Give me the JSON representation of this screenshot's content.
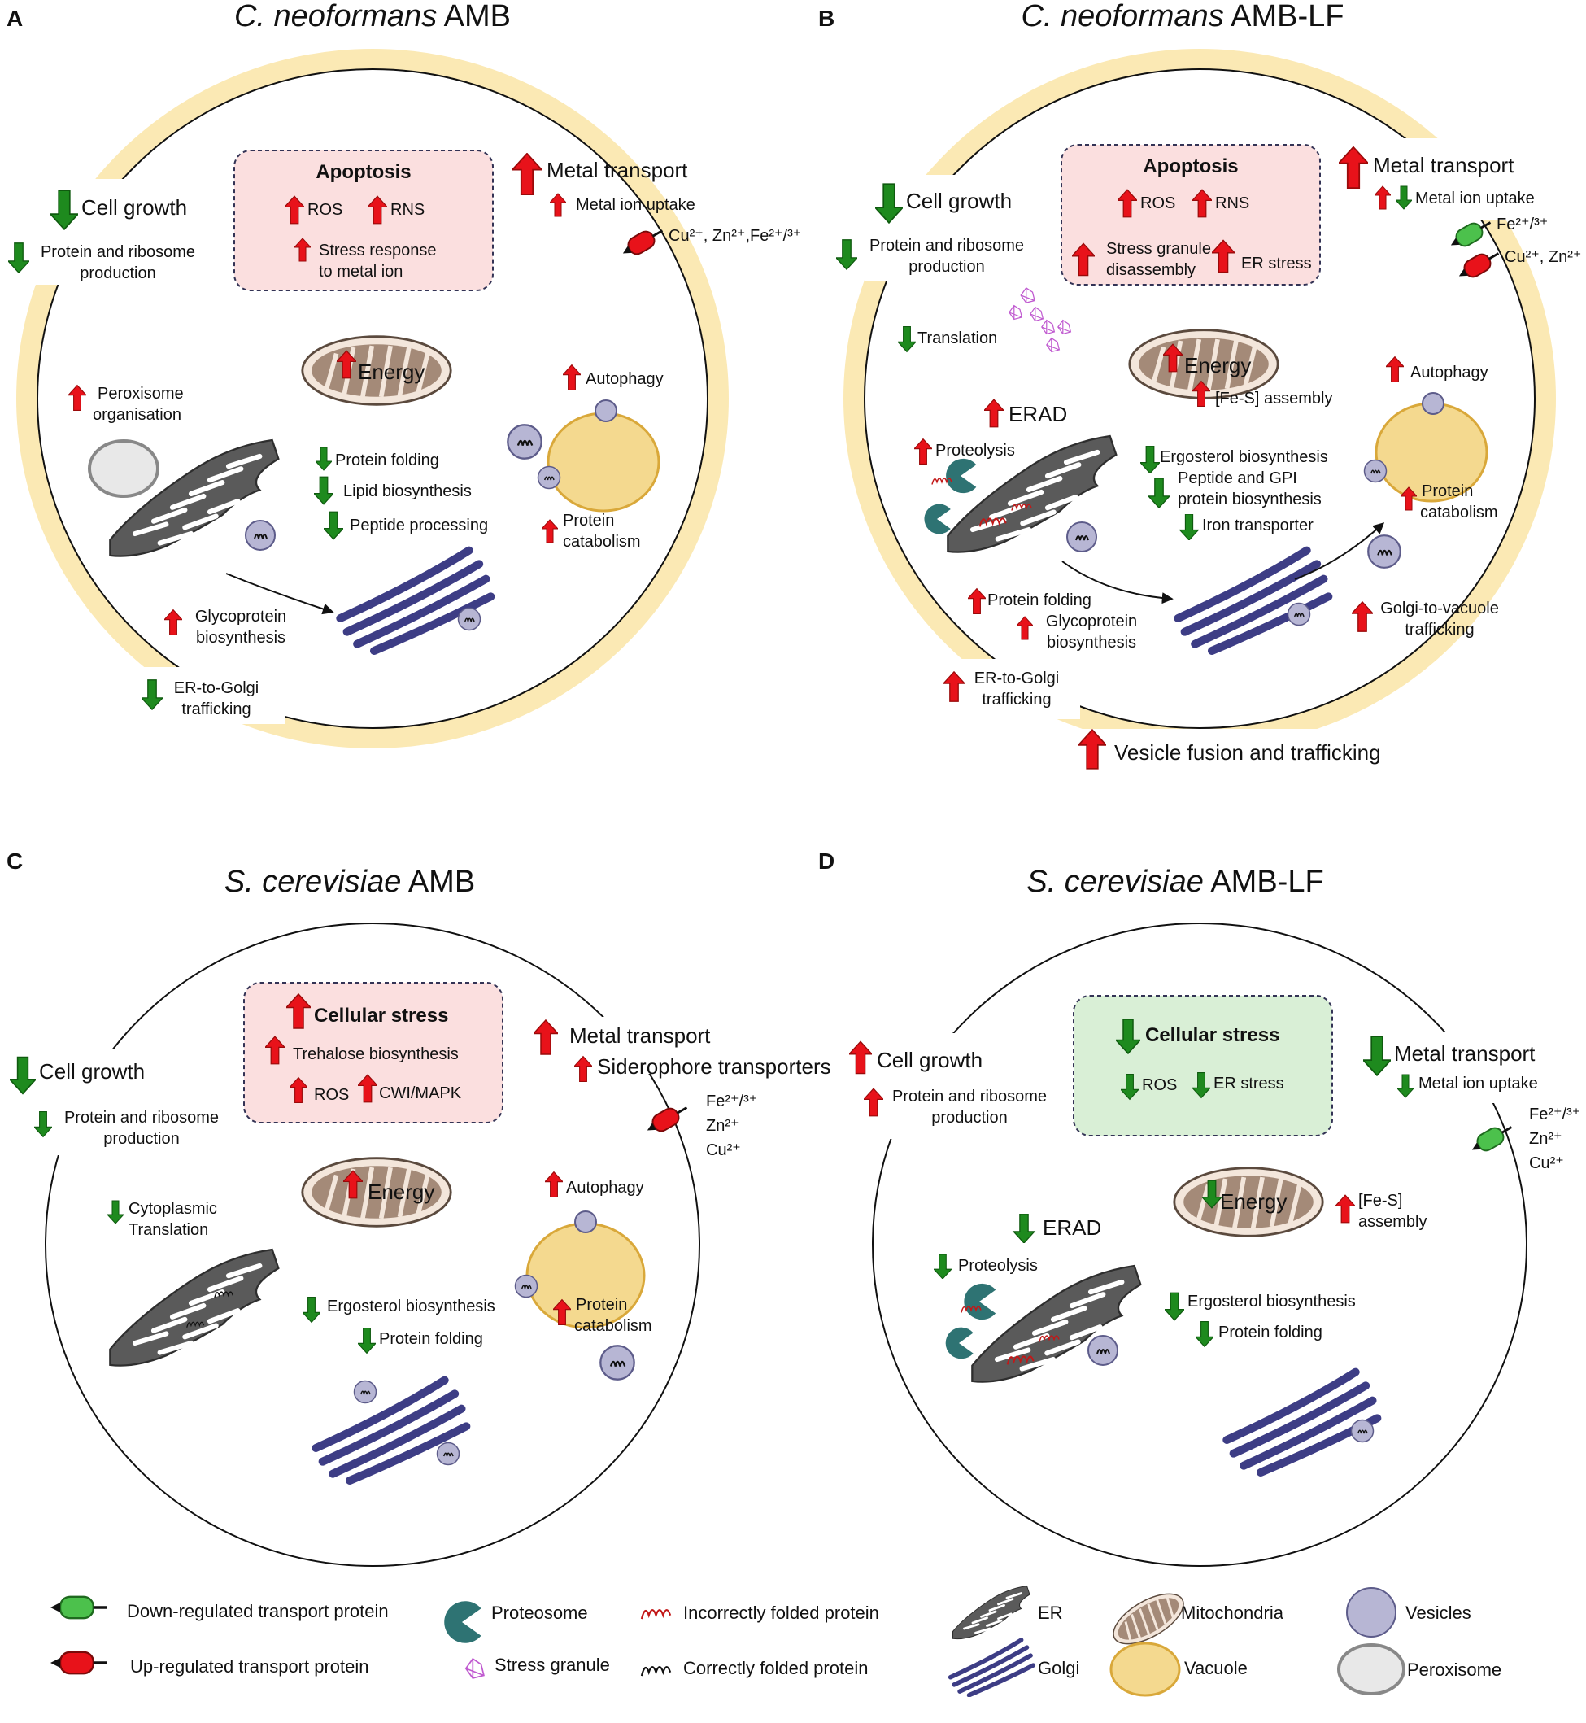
{
  "colors": {
    "up": "#e8121a",
    "down": "#1e8a1e",
    "cell_wall": "#fbe9b4",
    "apoptosis_box": "#fbdfdf",
    "stress_box_down": "#d9efd6",
    "er": "#5a5a5a",
    "golgi": "#3d3d85",
    "vesicle": "#b7b6d4",
    "vacuole": "#f4d98f",
    "mitochondria": "#a48a78"
  },
  "panels": {
    "A": {
      "letter": "A",
      "title_italic": "C. neoformans",
      "title_rest": " AMB",
      "cell_growth": "Cell growth",
      "protein_ribosome_1": "Protein and ribosome",
      "protein_ribosome_2": "production",
      "box_title": "Apoptosis",
      "ros": "ROS",
      "rns": "RNS",
      "stress_response_1": "Stress response",
      "stress_response_2": "to metal ion",
      "metal_transport": "Metal transport",
      "metal_ion_uptake": "Metal ion uptake",
      "ions": "Cu²⁺, Zn²⁺,Fe²⁺/³⁺",
      "energy": "Energy",
      "peroxisome_1": "Peroxisome",
      "peroxisome_2": "organisation",
      "autophagy": "Autophagy",
      "protein_folding": "Protein folding",
      "lipid_biosynthesis": "Lipid biosynthesis",
      "peptide_processing": "Peptide processing",
      "protein_catabolism_1": "Protein",
      "protein_catabolism_2": "catabolism",
      "glycoprotein_1": "Glycoprotein",
      "glycoprotein_2": "biosynthesis",
      "er_golgi_1": "ER-to-Golgi",
      "er_golgi_2": "trafficking"
    },
    "B": {
      "letter": "B",
      "title_italic": "C. neoformans",
      "title_rest": " AMB-LF",
      "cell_growth": "Cell growth",
      "protein_ribosome_1": "Protein and ribosome",
      "protein_ribosome_2": "production",
      "box_title": "Apoptosis",
      "ros": "ROS",
      "rns": "RNS",
      "stress_granule_1": "Stress granule",
      "stress_granule_2": "disassembly",
      "er_stress": "ER stress",
      "metal_transport": "Metal transport",
      "metal_ion_uptake": "Metal ion uptake",
      "ion_fe": "Fe²⁺/³⁺",
      "ion_cu_zn": "Cu²⁺, Zn²⁺",
      "translation": "Translation",
      "energy": "Energy",
      "fes": "[Fe-S] assembly",
      "autophagy": "Autophagy",
      "erad": "ERAD",
      "proteolysis": "Proteolysis",
      "ergosterol": "Ergosterol biosynthesis",
      "peptide_gpi_1": "Peptide and GPI",
      "peptide_gpi_2": "protein biosynthesis",
      "iron_transporter": "Iron transporter",
      "protein_catabolism_1": "Protein",
      "protein_catabolism_2": "catabolism",
      "protein_folding": "Protein folding",
      "glycoprotein_1": "Glycoprotein",
      "glycoprotein_2": "biosynthesis",
      "golgi_vacuole_1": "Golgi-to-vacuole",
      "golgi_vacuole_2": "trafficking",
      "er_golgi_1": "ER-to-Golgi",
      "er_golgi_2": "trafficking",
      "vesicle_fusion": "Vesicle fusion and trafficking"
    },
    "C": {
      "letter": "C",
      "title_italic": "S. cerevisiae",
      "title_rest": " AMB",
      "box_title": "Cellular stress",
      "trehalose": "Trehalose biosynthesis",
      "ros": "ROS",
      "cwi": "CWI/MAPK",
      "metal_transport": "Metal transport",
      "siderophore": "Siderophore transporters",
      "ion_fe": "Fe²⁺/³⁺",
      "ion_zn": "Zn²⁺",
      "ion_cu": "Cu²⁺",
      "cell_growth": "Cell growth",
      "protein_ribosome_1": "Protein and ribosome",
      "protein_ribosome_2": "production",
      "energy": "Energy",
      "cyto_1": "Cytoplasmic",
      "cyto_2": "Translation",
      "autophagy": "Autophagy",
      "ergosterol": "Ergosterol biosynthesis",
      "protein_folding": "Protein folding",
      "protein_catabolism_1": "Protein",
      "protein_catabolism_2": "catabolism"
    },
    "D": {
      "letter": "D",
      "title_italic": "S. cerevisiae",
      "title_rest": " AMB-LF",
      "box_title": "Cellular stress",
      "ros": "ROS",
      "er_stress": "ER stress",
      "cell_growth": "Cell growth",
      "protein_ribosome_1": "Protein and ribosome",
      "protein_ribosome_2": "production",
      "metal_transport": "Metal transport",
      "metal_ion_uptake": "Metal ion uptake",
      "ion_fe": "Fe²⁺/³⁺",
      "ion_zn": "Zn²⁺",
      "ion_cu": "Cu²⁺",
      "energy": "Energy",
      "fes_1": "[Fe-S]",
      "fes_2": "assembly",
      "erad": "ERAD",
      "proteolysis": "Proteolysis",
      "ergosterol": "Ergosterol biosynthesis",
      "protein_folding": "Protein folding"
    }
  },
  "legend": {
    "down_transport": "Down-regulated transport protein",
    "up_transport": "Up-regulated transport protein",
    "proteosome": "Proteosome",
    "stress_granule": "Stress granule",
    "incorrect": "Incorrectly folded protein",
    "correct": "Correctly folded protein",
    "er": "ER",
    "golgi": "Golgi",
    "mitochondria": "Mitochondria",
    "vacuole": "Vacuole",
    "vesicles": "Vesicles",
    "peroxisome": "Peroxisome"
  }
}
